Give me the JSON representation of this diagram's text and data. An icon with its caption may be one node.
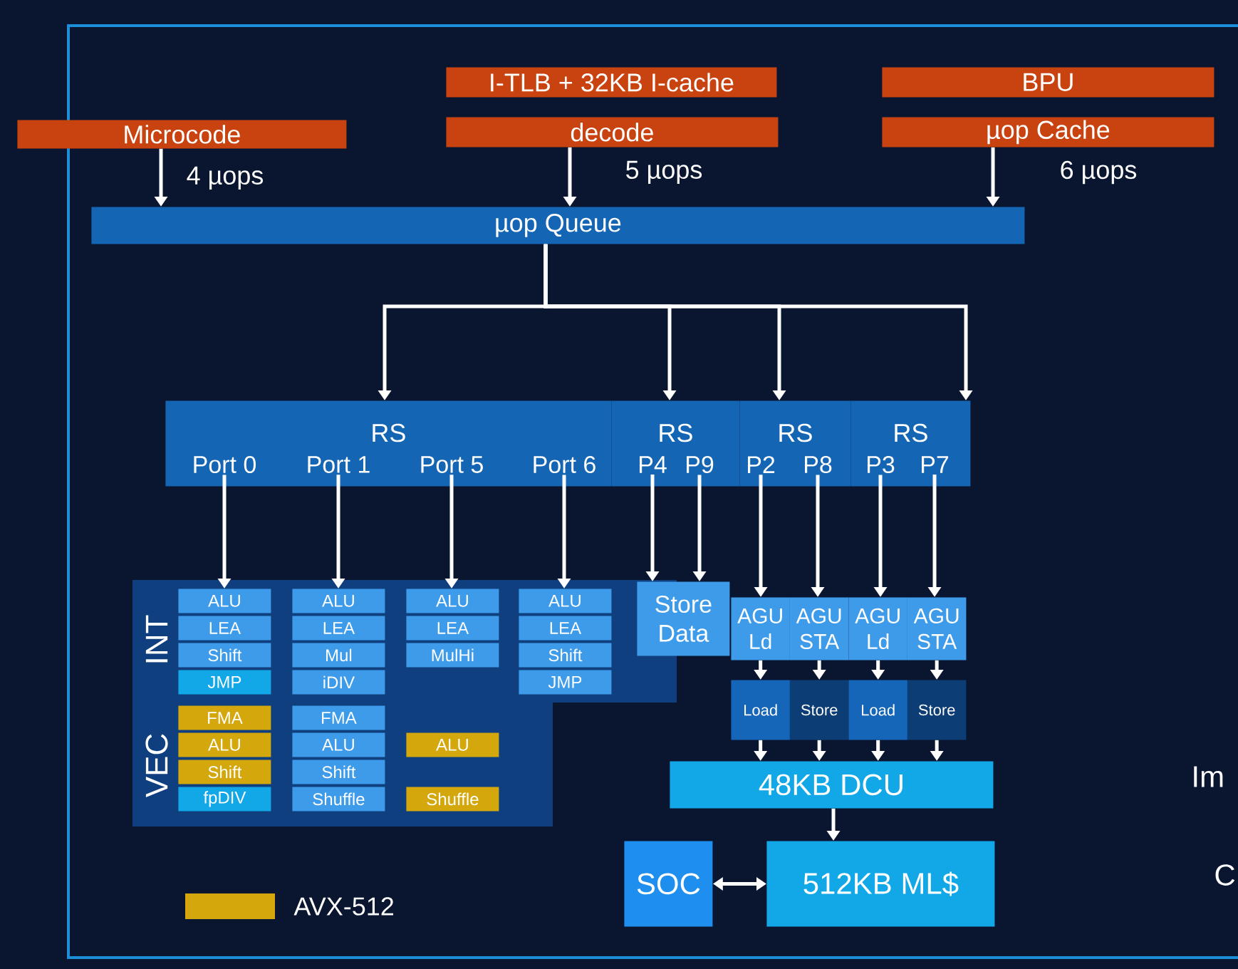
{
  "diagram": {
    "nodes": [
      {
        "text": [
          "I-TLB + 32KB I-cache"
        ]
      },
      {
        "text": [
          "BPU"
        ]
      },
      {
        "text": [
          "Microcode"
        ]
      },
      {
        "text": [
          "decode"
        ]
      },
      {
        "text": [
          "µop Cache"
        ]
      },
      {
        "text": [
          "µop Queue"
        ]
      },
      {
        "text": [
          "RS"
        ]
      },
      {
        "text": [
          "RS"
        ]
      },
      {
        "text": [
          "RS"
        ]
      },
      {
        "text": [
          "RS"
        ]
      },
      {
        "text": [
          "Port 0"
        ],
        "in": 6
      },
      {
        "text": [
          "Port 1"
        ],
        "in": 6
      },
      {
        "text": [
          "Port 5"
        ],
        "in": 6
      },
      {
        "text": [
          "Port 6"
        ],
        "in": 6
      },
      {
        "text": [
          "P4"
        ],
        "in": 7
      },
      {
        "text": [
          "P9"
        ],
        "in": 7
      },
      {
        "text": [
          "P2"
        ],
        "in": 8
      },
      {
        "text": [
          "P8"
        ],
        "in": 8
      },
      {
        "text": [
          "P3"
        ],
        "in": 9
      },
      {
        "text": [
          "P7"
        ],
        "in": 9
      },
      {
        "text": [
          "INT",
          "VEC"
        ]
      },
      {
        "text": [
          "ALU"
        ],
        "in": 20
      },
      {
        "text": [
          "LEA"
        ],
        "in": 20
      },
      {
        "text": [
          "Shift"
        ],
        "in": 20
      },
      {
        "text": [
          "JMP"
        ],
        "in": 20
      },
      {
        "text": [
          "ALU"
        ],
        "in": 20
      },
      {
        "text": [
          "LEA"
        ],
        "in": 20
      },
      {
        "text": [
          "Mul"
        ],
        "in": 20
      },
      {
        "text": [
          "iDIV"
        ],
        "in": 20
      },
      {
        "text": [
          "ALU"
        ],
        "in": 20
      },
      {
        "text": [
          "LEA"
        ],
        "in": 20
      },
      {
        "text": [
          "MulHi"
        ],
        "in": 20
      },
      {
        "text": [
          "ALU"
        ],
        "in": 20
      },
      {
        "text": [
          "LEA"
        ],
        "in": 20
      },
      {
        "text": [
          "Shift"
        ],
        "in": 20
      },
      {
        "text": [
          "JMP"
        ],
        "in": 20
      },
      {
        "text": [
          "FMA"
        ],
        "in": 20
      },
      {
        "text": [
          "ALU"
        ],
        "in": 20
      },
      {
        "text": [
          "Shift"
        ],
        "in": 20
      },
      {
        "text": [
          "fpDIV"
        ],
        "in": 20
      },
      {
        "text": [
          "FMA"
        ],
        "in": 20
      },
      {
        "text": [
          "ALU"
        ],
        "in": 20
      },
      {
        "text": [
          "Shift"
        ],
        "in": 20
      },
      {
        "text": [
          "Shuffle"
        ],
        "in": 20
      },
      {
        "text": [
          "ALU"
        ],
        "in": 20
      },
      {
        "text": [
          "Shuffle"
        ],
        "in": 20
      },
      {
        "text": [
          "Store Data"
        ]
      },
      {
        "text": [
          "AGU Ld"
        ]
      },
      {
        "text": [
          "AGU STA"
        ]
      },
      {
        "text": [
          "AGU Ld"
        ]
      },
      {
        "text": [
          "AGU STA"
        ]
      },
      {
        "text": [
          "Load"
        ]
      },
      {
        "text": [
          "Store"
        ]
      },
      {
        "text": [
          "Load"
        ]
      },
      {
        "text": [
          "Store"
        ]
      },
      {
        "text": [
          "48KB DCU"
        ]
      },
      {
        "text": [
          "SOC"
        ]
      },
      {
        "text": [
          "512KB ML$"
        ]
      }
    ],
    "edges": [
      {
        "from": 2,
        "to": 5,
        "arrow": "to",
        "label": "4 µops"
      },
      {
        "from": 3,
        "to": 5,
        "arrow": "to",
        "label": "5 µops"
      },
      {
        "from": 4,
        "to": 5,
        "arrow": "to",
        "label": "6 µops"
      },
      {
        "from": 5,
        "to": 6,
        "arrow": "to"
      },
      {
        "from": 5,
        "to": 7,
        "arrow": "to"
      },
      {
        "from": 5,
        "to": 8,
        "arrow": "to"
      },
      {
        "from": 5,
        "to": 9,
        "arrow": "to"
      },
      {
        "from": 10,
        "to": 21,
        "arrow": "to"
      },
      {
        "from": 11,
        "to": 25,
        "arrow": "to"
      },
      {
        "from": 12,
        "to": 29,
        "arrow": "to"
      },
      {
        "from": 13,
        "to": 32,
        "arrow": "to"
      },
      {
        "from": 14,
        "to": 46,
        "arrow": "to"
      },
      {
        "from": 15,
        "to": 46,
        "arrow": "to"
      },
      {
        "from": 16,
        "to": 47,
        "arrow": "to"
      },
      {
        "from": 17,
        "to": 48,
        "arrow": "to"
      },
      {
        "from": 18,
        "to": 49,
        "arrow": "to"
      },
      {
        "from": 19,
        "to": 50,
        "arrow": "to"
      },
      {
        "from": 47,
        "to": 51,
        "arrow": "to"
      },
      {
        "from": 48,
        "to": 52,
        "arrow": "to"
      },
      {
        "from": 49,
        "to": 53,
        "arrow": "to"
      },
      {
        "from": 50,
        "to": 54,
        "arrow": "to"
      },
      {
        "from": 51,
        "to": 55,
        "arrow": "to"
      },
      {
        "from": 52,
        "to": 55,
        "arrow": "to"
      },
      {
        "from": 53,
        "to": 55,
        "arrow": "to"
      },
      {
        "from": 54,
        "to": 55,
        "arrow": "to"
      },
      {
        "from": 55,
        "to": 57,
        "arrow": "to"
      },
      {
        "from": 56,
        "to": 57,
        "arrow": "both"
      }
    ],
    "labels": [
      "Im",
      "C"
    ],
    "legend": [
      {
        "text": "AVX-512",
        "color": "#d4a80c"
      }
    ]
  }
}
